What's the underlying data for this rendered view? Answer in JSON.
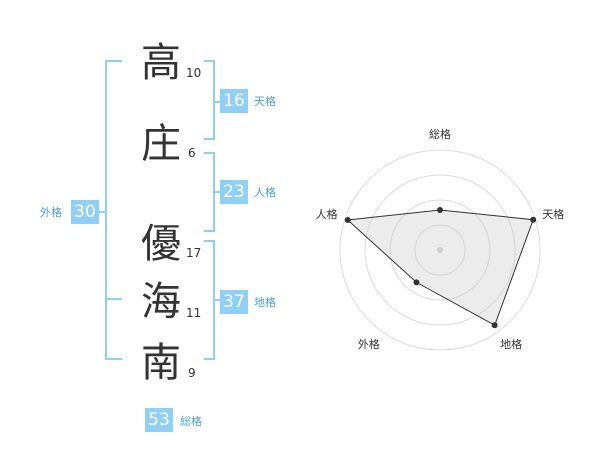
{
  "name_chars": [
    {
      "char": "高",
      "strokes": "10"
    },
    {
      "char": "庄",
      "strokes": "6"
    },
    {
      "char": "優",
      "strokes": "17"
    },
    {
      "char": "海",
      "strokes": "11"
    },
    {
      "char": "南",
      "strokes": "9"
    }
  ],
  "fortunes": {
    "tenkaku": {
      "value": "16",
      "label": "天格"
    },
    "jinkaku": {
      "value": "23",
      "label": "人格"
    },
    "chikaku": {
      "value": "37",
      "label": "地格"
    },
    "gaikaku": {
      "value": "30",
      "label": "外格"
    },
    "soukaku": {
      "value": "53",
      "label": "総格"
    }
  },
  "colors": {
    "accent": "#8fd0f7",
    "accent_text": "#4aa3df",
    "text": "#333333"
  },
  "chart_data": {
    "type": "radar",
    "axes": [
      "総格",
      "天格",
      "地格",
      "外格",
      "人格"
    ],
    "values": [
      0.4,
      0.98,
      0.93,
      0.4,
      0.97
    ],
    "rings": 4
  }
}
